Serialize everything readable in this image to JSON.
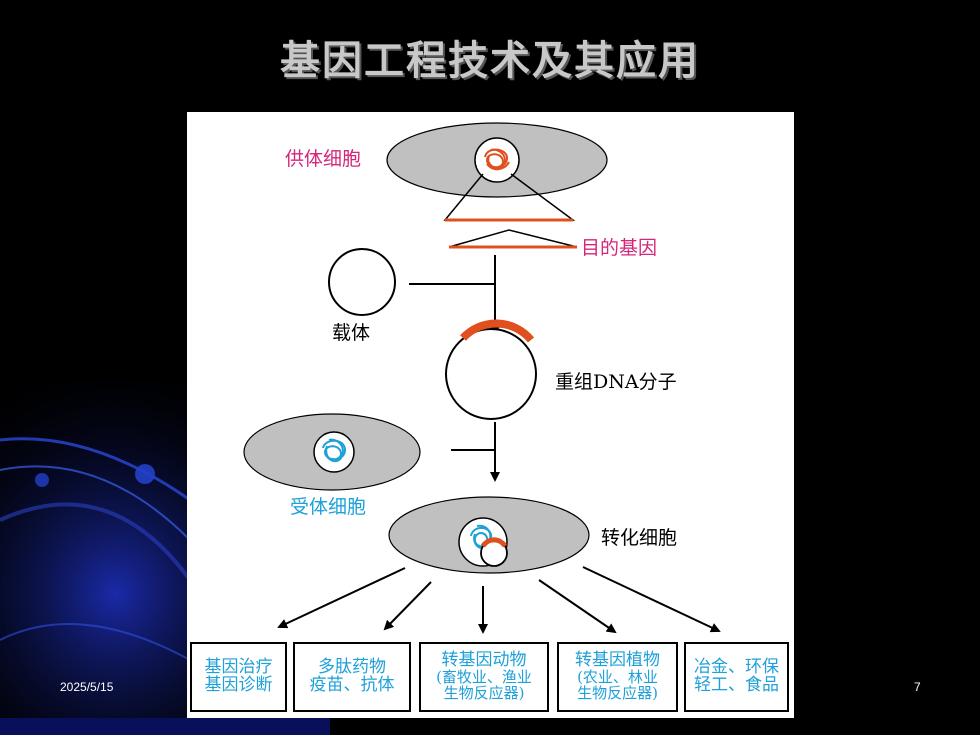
{
  "slide": {
    "title": "基因工程技术及其应用",
    "date": "2025/5/15",
    "page_number": "7"
  },
  "diagram": {
    "donor_cell": "供体细胞",
    "target_gene": "目的基因",
    "vector": "载体",
    "recombinant_dna": "重组DNA分子",
    "recipient_cell": "受体细胞",
    "transformed_cell": "转化细胞"
  },
  "applications": [
    {
      "line1": "基因治疗",
      "line2": "基因诊断",
      "line3": ""
    },
    {
      "line1": "多肽药物",
      "line2": "疫苗、抗体",
      "line3": ""
    },
    {
      "line1": "转基因动物",
      "line2": "(畜牧业、渔业",
      "line3": "生物反应器)"
    },
    {
      "line1": "转基因植物",
      "line2": "(农业、林业",
      "line3": "生物反应器)"
    },
    {
      "line1": "冶金、环保",
      "line2": "轻工、食品",
      "line3": ""
    }
  ],
  "colors": {
    "background": "#000000",
    "panel": "#ffffff",
    "cell_fill": "#c0c0c0",
    "donor_dna": "#e0501e",
    "recipient_dna": "#1ea0d8",
    "label_pink": "#d4277a",
    "label_blue": "#1ea0d8"
  }
}
